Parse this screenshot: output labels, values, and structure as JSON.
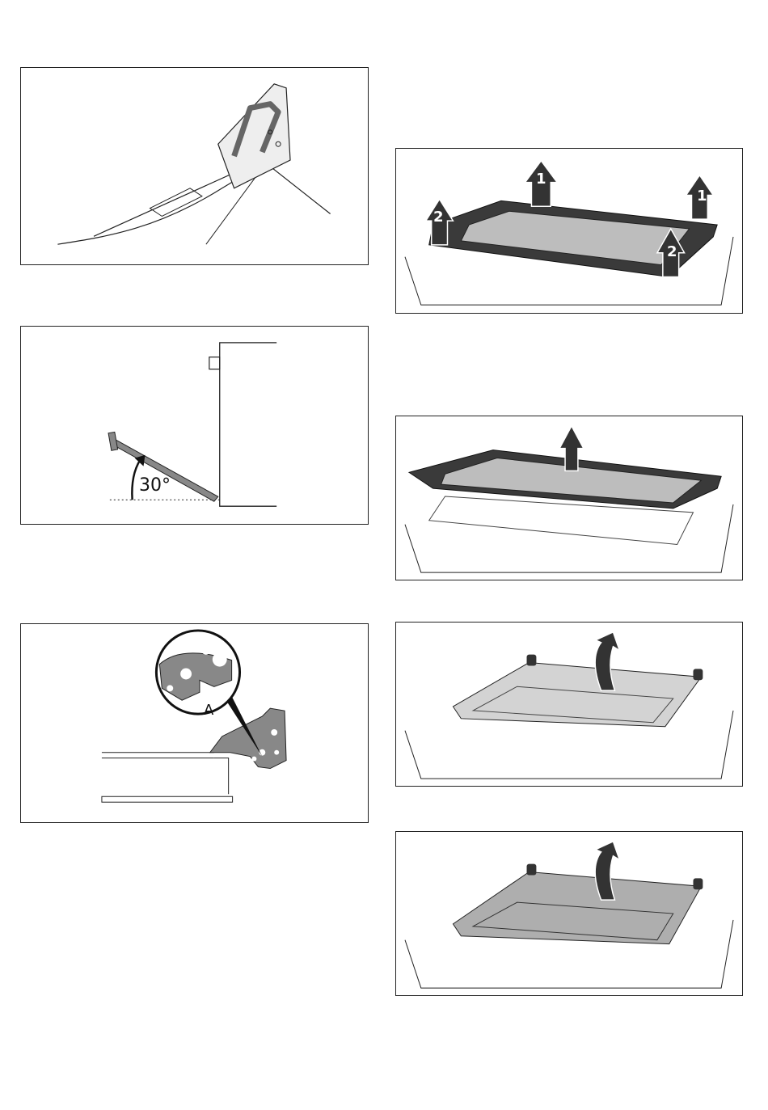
{
  "figures": {
    "hinge_lever": {},
    "door_angle": {
      "angle_label": "30°"
    },
    "hinge_detail": {
      "callout_label": "A"
    },
    "remove_cover": {
      "step_labels": [
        "1",
        "2",
        "1",
        "2"
      ]
    },
    "lift_cover": {},
    "remove_inner_glass": {},
    "remove_middle_glass": {}
  },
  "colors": {
    "line": "#222222",
    "cover": "#3a3a3a",
    "glass": "#bdbdbd"
  }
}
